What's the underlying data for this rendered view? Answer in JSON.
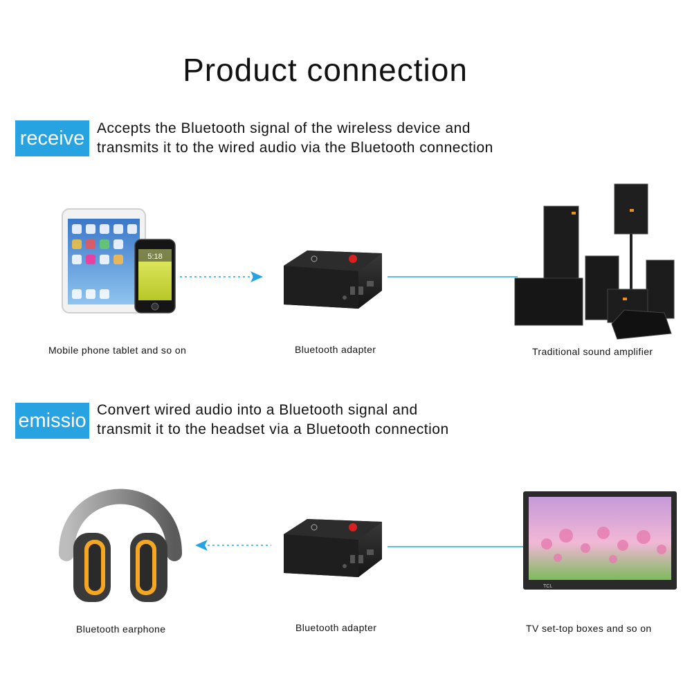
{
  "title": "Product connection",
  "receive": {
    "tag": "receive",
    "line1": "Accepts the Bluetooth signal of the wireless device and",
    "line2": "transmits it to the wired audio via the Bluetooth connection",
    "phone_time": "5:18",
    "captions": {
      "source": "Mobile  phone  tablet  and so on",
      "adapter": "Bluetooth adapter",
      "target": "Traditional sound  amplifier"
    }
  },
  "emission": {
    "tag": "emissio",
    "line1": "Convert wired audio into a Bluetooth signal and",
    "line2": "transmit it to the headset via a Bluetooth connection",
    "tv_brand": "TCL",
    "captions": {
      "target": "Bluetooth earphone",
      "adapter": "Bluetooth adapter",
      "source": "TV set-top boxes and so on"
    }
  },
  "colors": {
    "accent": "#27a3e2",
    "link": "#5bbcec",
    "speaker_logo": "#e8921a",
    "earcup": "#f5a623"
  },
  "icons": [
    "tablet-icon",
    "phone-icon",
    "bluetooth-adapter-icon",
    "speaker-stack-icon",
    "headphones-icon",
    "tv-icon"
  ]
}
